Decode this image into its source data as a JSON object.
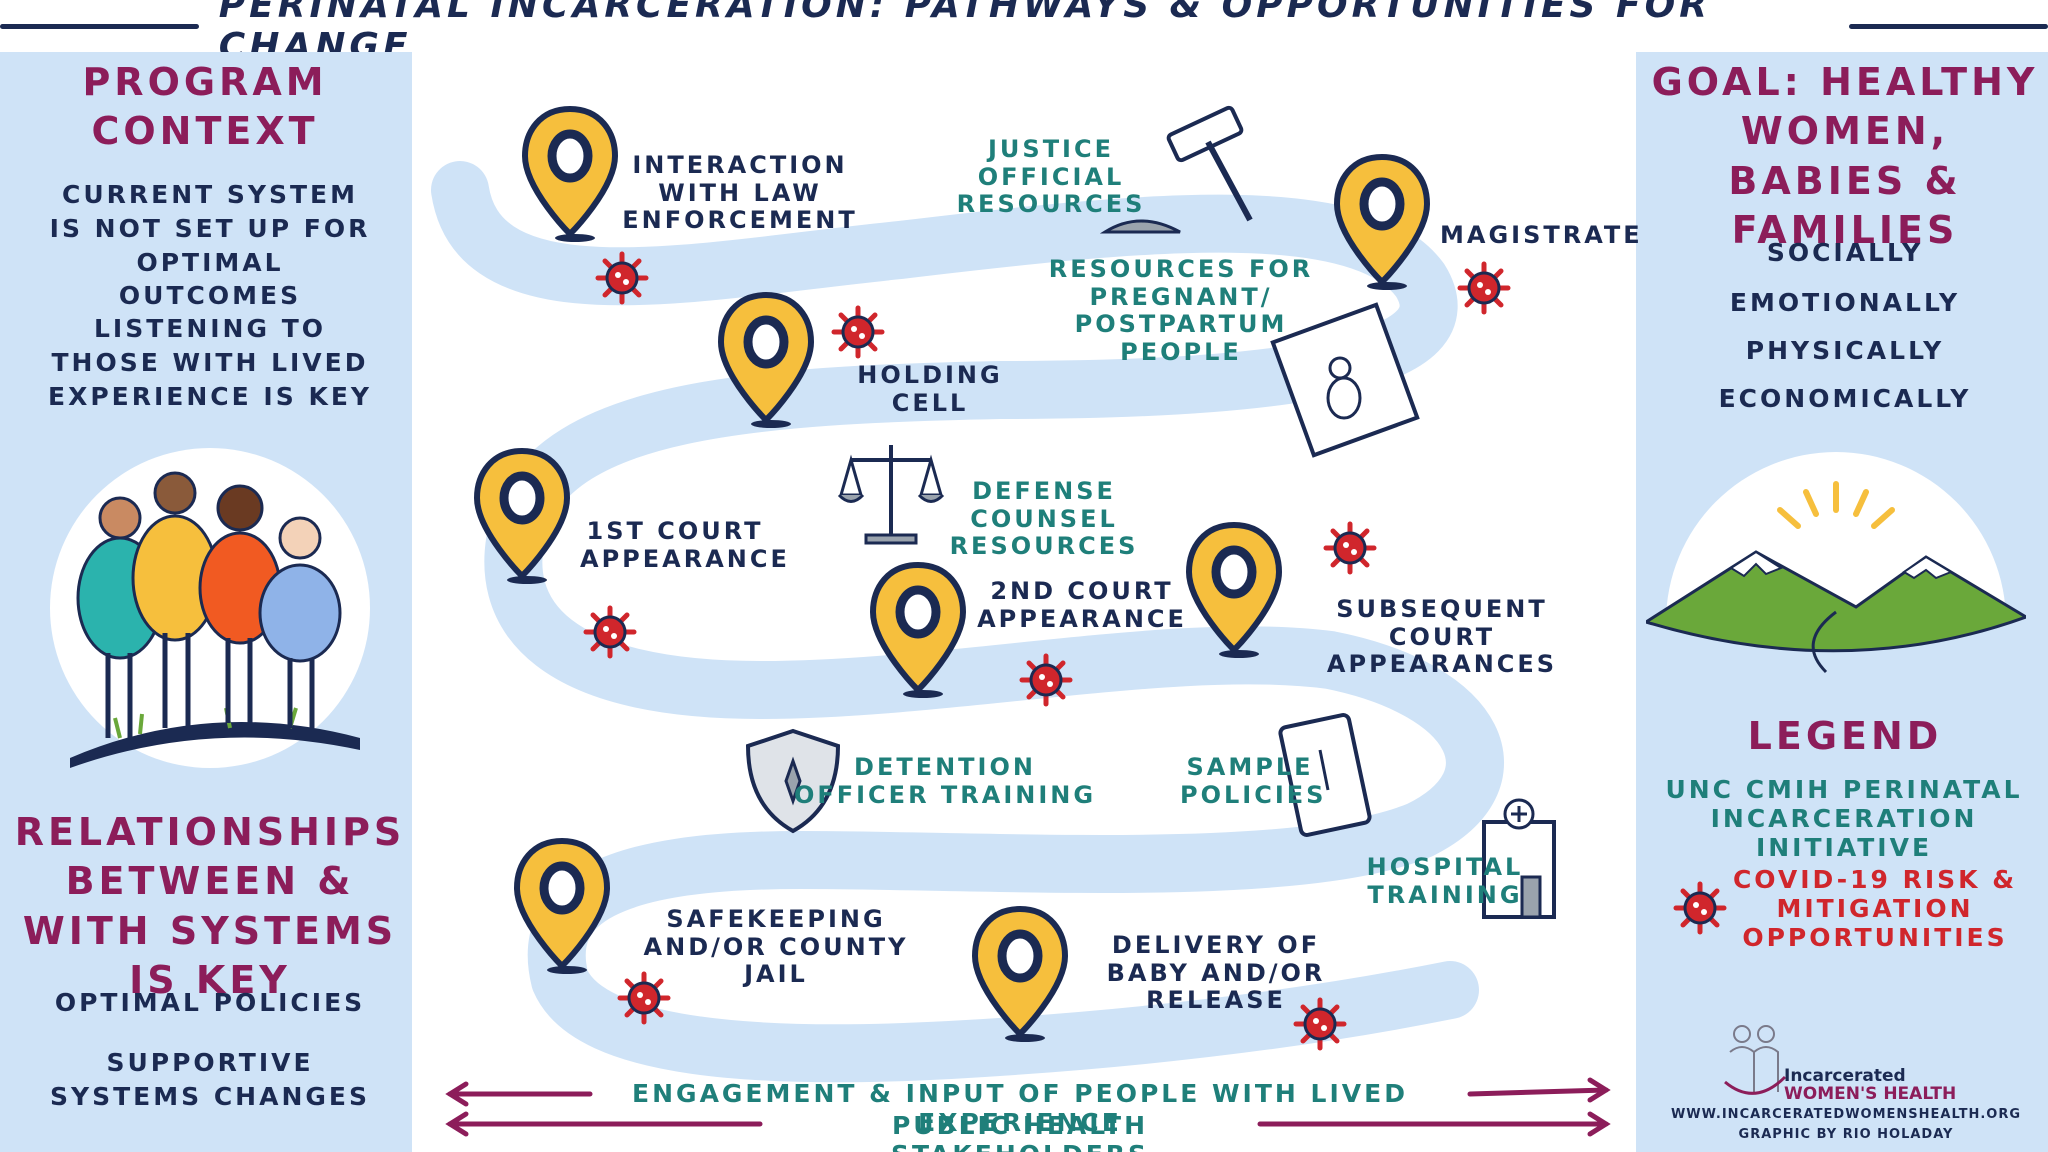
{
  "title": "PERINATAL INCARCERATION: PATHWAYS & OPPORTUNITIES FOR CHANGE",
  "left": {
    "heading": "PROGRAM CONTEXT",
    "point_1": "CURRENT SYSTEM IS NOT SET UP FOR OPTIMAL OUTCOMES",
    "point_2": "LISTENING TO THOSE WITH LIVED EXPERIENCE IS KEY",
    "heading_2": "RELATIONSHIPS BETWEEN & WITH SYSTEMS IS KEY",
    "point_3": "OPTIMAL POLICIES",
    "point_4": "SUPPORTIVE SYSTEMS CHANGES"
  },
  "right": {
    "goal_heading": "GOAL: HEALTHY WOMEN, BABIES & FAMILIES",
    "goals": [
      "SOCIALLY",
      "EMOTIONALLY",
      "PHYSICALLY",
      "ECONOMICALLY"
    ],
    "legend_heading": "LEGEND",
    "legend_teal": "UNC CMIH PERINATAL INCARCERATION INITIATIVE",
    "legend_red": "COVID-19 RISK & MITIGATION OPPORTUNITIES",
    "logo_line1": "Incarcerated",
    "logo_line2": "WOMEN'S HEALTH",
    "website": "WWW.INCARCERATEDWOMENSHEALTH.ORG",
    "credit": "GRAPHIC BY RIO HOLADAY"
  },
  "steps": {
    "law": "INTERACTION WITH LAW ENFORCEMENT",
    "holding": "HOLDING CELL",
    "magistrate": "MAGISTRATE",
    "court1": "1ST COURT APPEARANCE",
    "court2": "2ND COURT APPEARANCE",
    "subsequent": "SUBSEQUENT COURT APPEARANCES",
    "jail": "SAFEKEEPING AND/OR COUNTY JAIL",
    "delivery": "DELIVERY OF BABY AND/OR RELEASE"
  },
  "resources": {
    "justice": "JUSTICE OFFICIAL RESOURCES",
    "pregnant": "RESOURCES FOR PREGNANT/ POSTPARTUM PEOPLE",
    "defense": "DEFENSE COUNSEL RESOURCES",
    "detention": "DETENTION OFFICER TRAINING",
    "policies": "SAMPLE POLICIES",
    "hospital": "HOSPITAL TRAINING"
  },
  "bottom": {
    "line1": "ENGAGEMENT & INPUT OF PEOPLE WITH LIVED EXPERIENCE",
    "line2": "PUBLIC HEALTH STAKEHOLDERS"
  },
  "colors": {
    "navy": "#1b2a52",
    "teal": "#1f7f7a",
    "plum": "#8c1d5a",
    "red": "#d0262c",
    "pin": "#f6bf3d",
    "path": "#cfe3f7"
  },
  "icons": [
    "map-pin-icon",
    "virus-icon",
    "gavel-icon",
    "scales-icon",
    "shield-icon",
    "scroll-icon",
    "hospital-icon",
    "mountains-icon",
    "women-group-icon"
  ]
}
